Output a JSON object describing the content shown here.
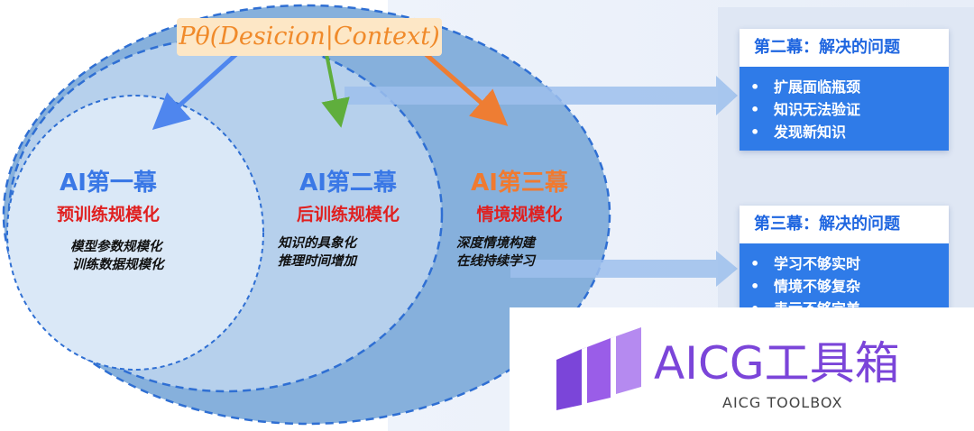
{
  "formula": "Pθ(Desicion|Context)",
  "acts": [
    {
      "title": "AI第一幕",
      "subtitle": "预训练规模化",
      "notes": [
        "模型参数规模化",
        "训练数据规模化"
      ],
      "title_color": "#3a78e6"
    },
    {
      "title": "AI第二幕",
      "subtitle": "后训练规模化",
      "notes": [
        "知识的具象化",
        "推理时间增加"
      ],
      "title_color": "#3a78e6"
    },
    {
      "title": "AI第三幕",
      "subtitle": "情境规模化",
      "notes": [
        "深度情境构建",
        "在线持续学习"
      ],
      "title_color": "#f07a30"
    }
  ],
  "cards": [
    {
      "title": "第二幕：解决的问题",
      "items": [
        "扩展面临瓶颈",
        "知识无法验证",
        "发现新知识"
      ]
    },
    {
      "title": "第三幕：解决的问题",
      "items": [
        "学习不够实时",
        "情境不够复杂",
        "表示不够完美"
      ]
    }
  ],
  "logo": {
    "title": "AICG工具箱",
    "subtitle": "AICG TOOLBOX"
  },
  "colors": {
    "accent_blue": "#3a78e6",
    "accent_orange": "#f07a30",
    "accent_red": "#e02020",
    "logo_purple": "#7b45d9"
  }
}
